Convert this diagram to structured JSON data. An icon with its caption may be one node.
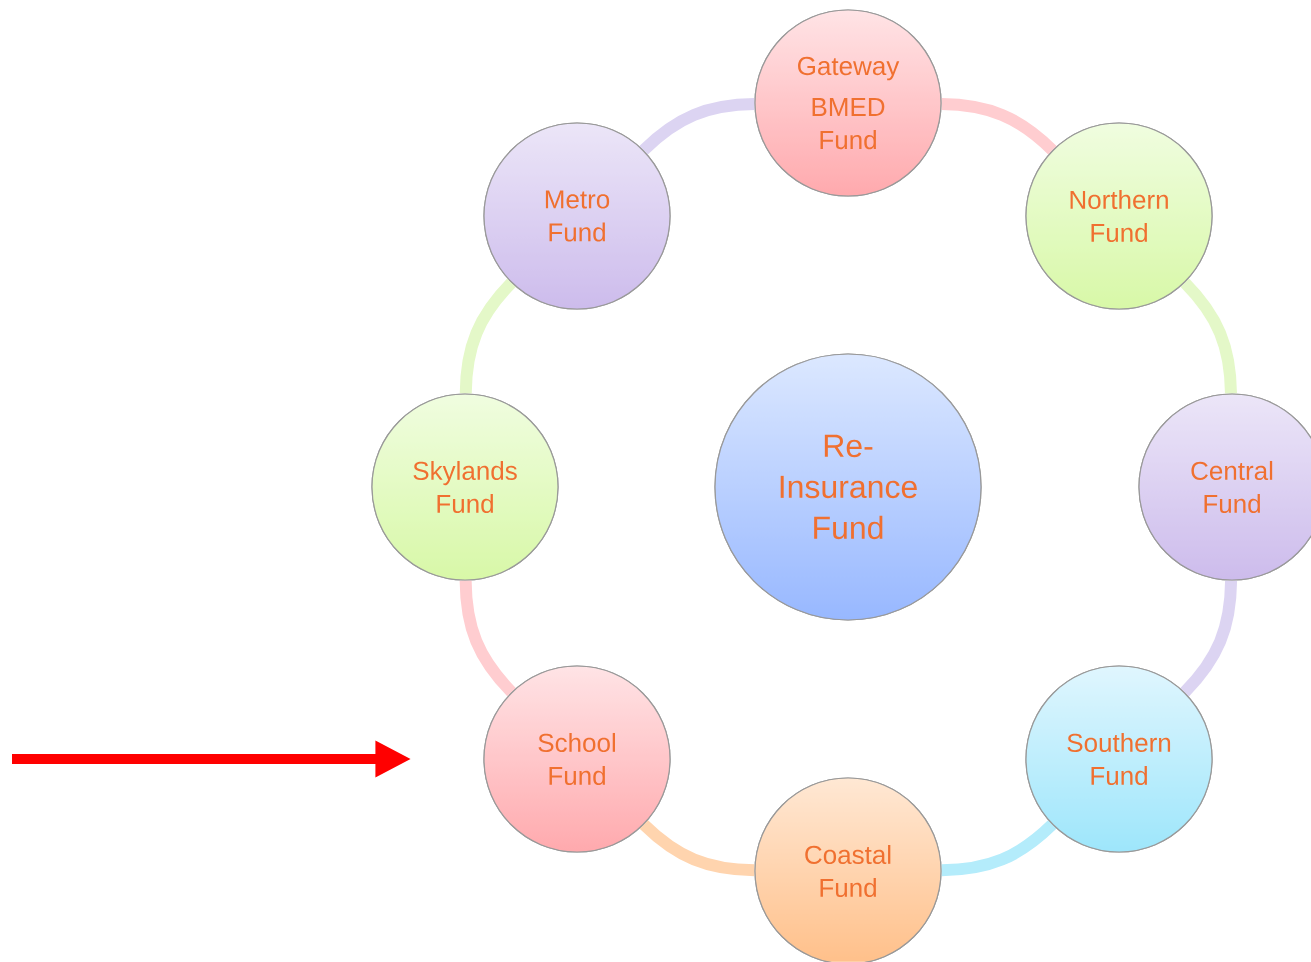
{
  "diagram": {
    "nodes": [
      {
        "text": [
          "Gateway",
          "BMED Fund"
        ]
      },
      {
        "text": [
          "Metro Fund"
        ]
      },
      {
        "text": [
          "Northern Fund"
        ]
      },
      {
        "text": [
          "Re-Insurance Fund"
        ]
      },
      {
        "text": [
          "Skylands Fund"
        ]
      },
      {
        "text": [
          "Central Fund"
        ]
      },
      {
        "text": [
          "School Fund"
        ]
      },
      {
        "text": [
          "Southern Fund"
        ]
      },
      {
        "text": [
          "Coastal Fund"
        ]
      }
    ],
    "edges": [
      {
        "from": 1,
        "to": 0,
        "arrow": "none",
        "color": "#dcd4f2"
      },
      {
        "from": 0,
        "to": 2,
        "arrow": "none",
        "color": "#ffcdd0"
      },
      {
        "from": 2,
        "to": 5,
        "arrow": "none",
        "color": "#e4f8c8"
      },
      {
        "from": 5,
        "to": 7,
        "arrow": "none",
        "color": "#dcd4f2"
      },
      {
        "from": 7,
        "to": 8,
        "arrow": "none",
        "color": "#b4ecfb"
      },
      {
        "from": 8,
        "to": 6,
        "arrow": "none",
        "color": "#ffd4ae"
      },
      {
        "from": 6,
        "to": 4,
        "arrow": "none",
        "color": "#ffcdd0"
      },
      {
        "from": 4,
        "to": 1,
        "arrow": "none",
        "color": "#e4f8c8"
      },
      {
        "from": null,
        "to": 6,
        "arrow": "to",
        "color": "#ff0000"
      }
    ]
  }
}
